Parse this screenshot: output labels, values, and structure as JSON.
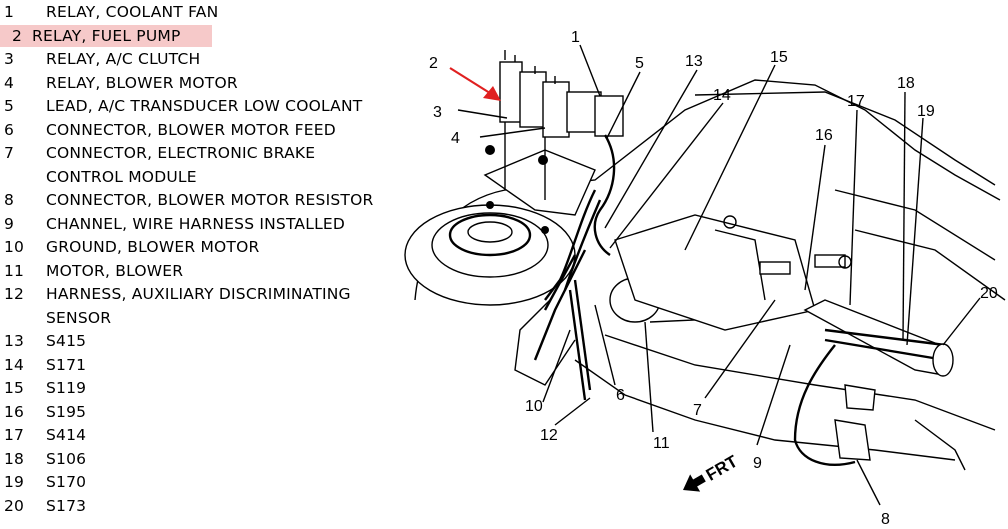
{
  "legend": [
    {
      "num": "1",
      "lines": [
        "RELAY, COOLANT FAN"
      ]
    },
    {
      "num": "2",
      "lines": [
        "RELAY, FUEL PUMP"
      ],
      "highlight": true
    },
    {
      "num": "3",
      "lines": [
        "RELAY, A/C CLUTCH"
      ]
    },
    {
      "num": "4",
      "lines": [
        "RELAY, BLOWER MOTOR"
      ]
    },
    {
      "num": "5",
      "lines": [
        "LEAD, A/C TRANSDUCER LOW COOLANT"
      ]
    },
    {
      "num": "6",
      "lines": [
        "CONNECTOR, BLOWER MOTOR FEED"
      ]
    },
    {
      "num": "7",
      "lines": [
        "CONNECTOR, ELECTRONIC BRAKE",
        "CONTROL MODULE"
      ]
    },
    {
      "num": "8",
      "lines": [
        "CONNECTOR, BLOWER MOTOR RESISTOR"
      ]
    },
    {
      "num": "9",
      "lines": [
        "CHANNEL, WIRE HARNESS INSTALLED"
      ]
    },
    {
      "num": "10",
      "lines": [
        "GROUND, BLOWER MOTOR"
      ]
    },
    {
      "num": "11",
      "lines": [
        "MOTOR, BLOWER"
      ]
    },
    {
      "num": "12",
      "lines": [
        "HARNESS, AUXILIARY DISCRIMINATING",
        "SENSOR"
      ]
    },
    {
      "num": "13",
      "lines": [
        "S415"
      ]
    },
    {
      "num": "14",
      "lines": [
        "S171"
      ]
    },
    {
      "num": "15",
      "lines": [
        "S119"
      ]
    },
    {
      "num": "16",
      "lines": [
        "S195"
      ]
    },
    {
      "num": "17",
      "lines": [
        "S414"
      ]
    },
    {
      "num": "18",
      "lines": [
        "S106"
      ]
    },
    {
      "num": "19",
      "lines": [
        "S170"
      ]
    },
    {
      "num": "20",
      "lines": [
        "S173"
      ]
    }
  ],
  "diagram": {
    "callouts": [
      "1",
      "2",
      "3",
      "4",
      "5",
      "6",
      "7",
      "8",
      "9",
      "10",
      "11",
      "12",
      "13",
      "14",
      "15",
      "16",
      "17",
      "18",
      "19",
      "20"
    ],
    "front_label": "FRT",
    "arrow_color": "#e02020",
    "highlight_color": "#f6c9c9"
  }
}
